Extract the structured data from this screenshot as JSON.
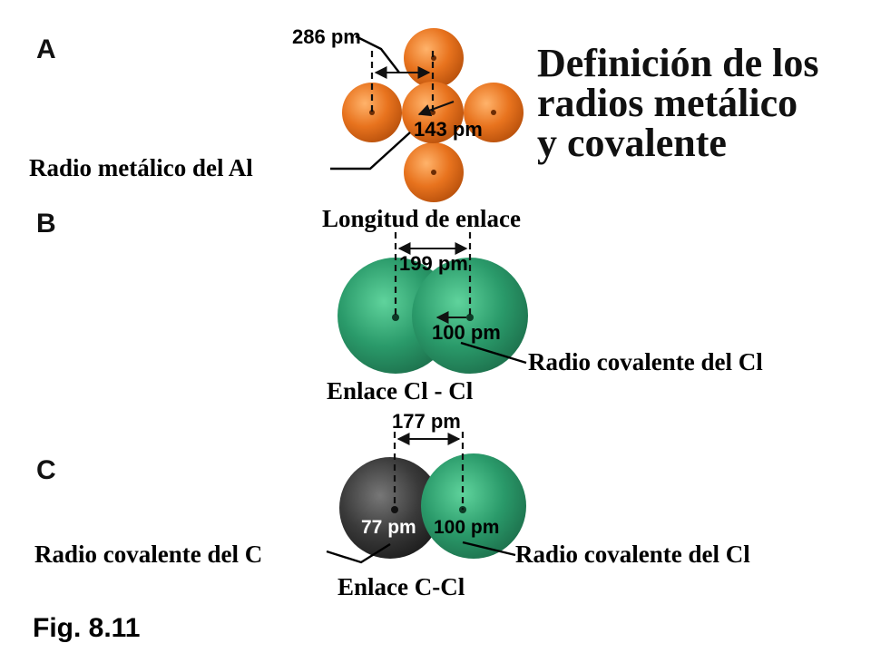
{
  "title": {
    "lines": [
      "Definición de los",
      "radios metálico",
      "y covalente"
    ]
  },
  "panels": {
    "a": {
      "letter": "A",
      "distance_label": "286 pm",
      "radius_label": "143 pm",
      "caption": "Radio metálico del Al",
      "atom_color": "#e8731e"
    },
    "b": {
      "letter": "B",
      "bond_length_title": "Longitud de enlace",
      "distance_label": "199 pm",
      "radius_label": "100 pm",
      "radius_caption": "Radio covalente del Cl",
      "bond_caption": "Enlace Cl - Cl",
      "atom_color": "#2a9a6a"
    },
    "c": {
      "letter": "C",
      "distance_label": "177 pm",
      "c_radius_label": "77 pm",
      "cl_radius_label": "100 pm",
      "c_caption": "Radio covalente del C",
      "cl_caption": "Radio covalente del Cl",
      "bond_caption": "Enlace C-Cl",
      "c_atom_color": "#3a3a3a",
      "cl_atom_color": "#2a9a6a"
    }
  },
  "figure_label": "Fig. 8.11"
}
